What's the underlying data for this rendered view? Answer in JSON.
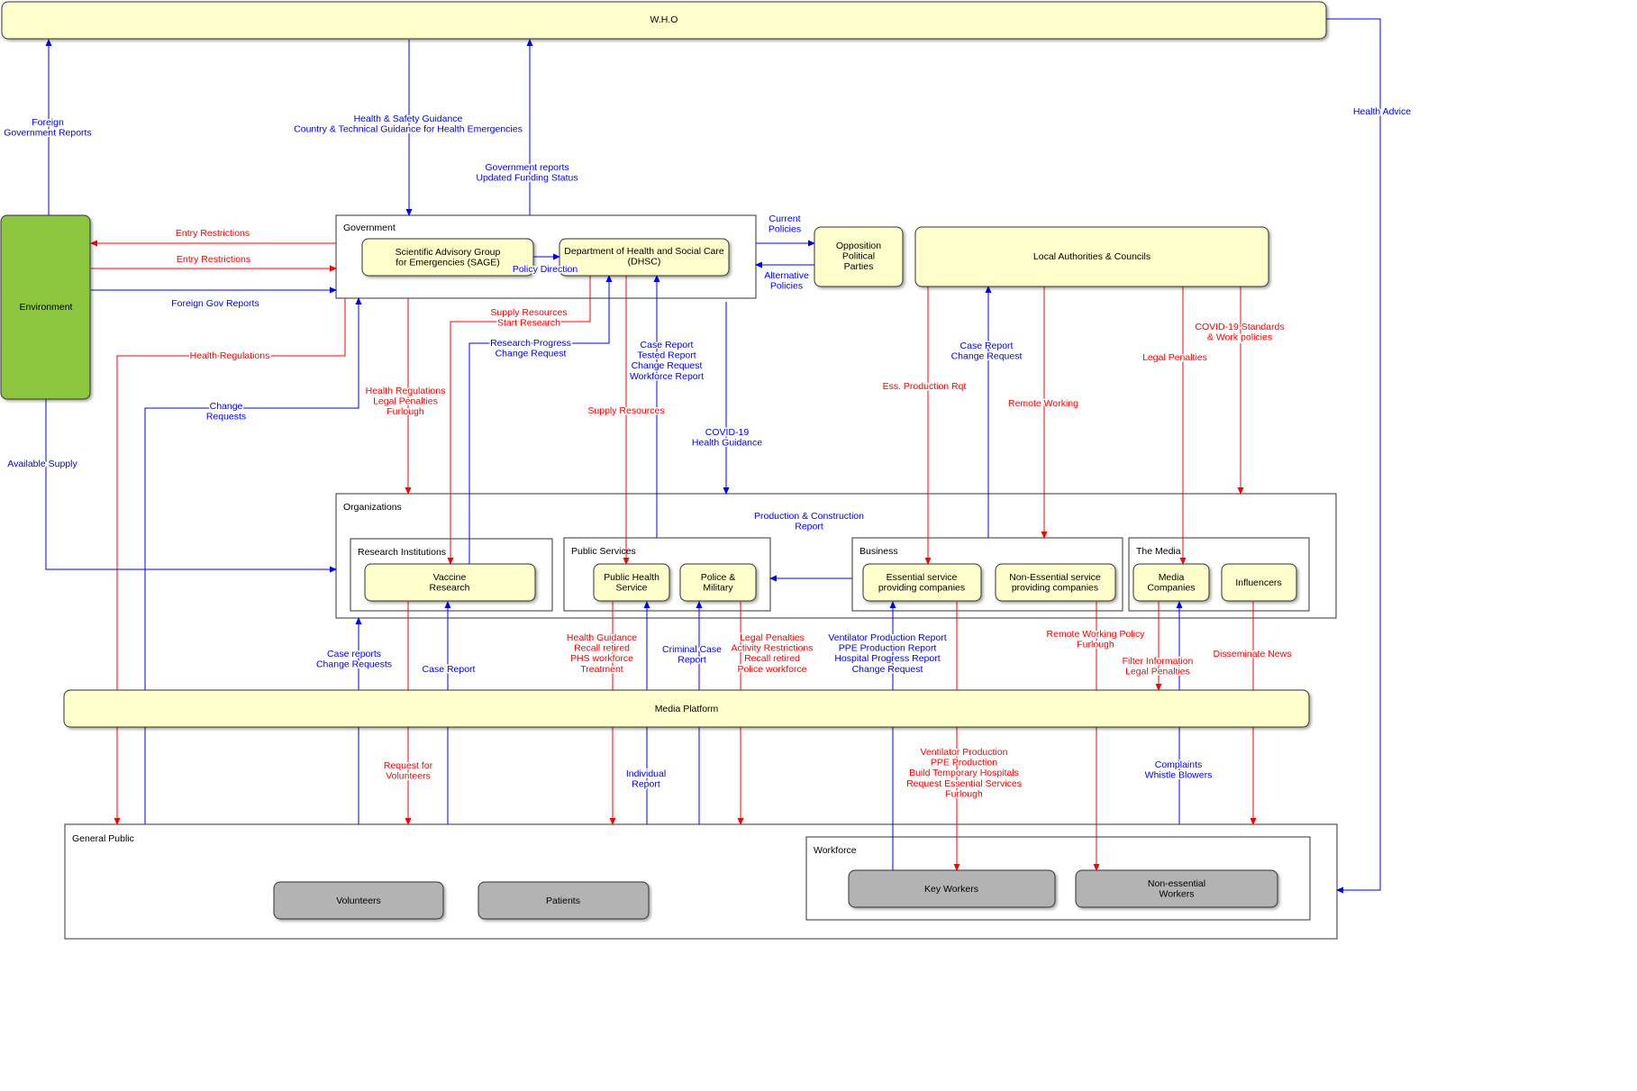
{
  "colors": {
    "blue": "#0000ff",
    "red": "#ff0000",
    "node_fill": "#ffffcc",
    "env_fill": "#8cc63f",
    "grey_fill": "#b3b3b3",
    "stroke": "#333333"
  },
  "groups": {
    "government": "Government",
    "organizations": "Organizations",
    "research_institutions": "Research Institutions",
    "public_services": "Public Services",
    "business": "Business",
    "the_media": "The Media",
    "general_public": "General Public",
    "workforce": "Workforce"
  },
  "nodes": {
    "who": [
      "W.H.O"
    ],
    "environment": [
      "Environment"
    ],
    "sage": [
      "Scientific Advisory Group",
      "for Emergencies (SAGE)"
    ],
    "dhsc": [
      "Department of Health and Social Care",
      "(DHSC)"
    ],
    "opposition": [
      "Opposition",
      "Political",
      "Parties"
    ],
    "local_authorities": [
      "Local Authorities & Councils"
    ],
    "vaccine_research": [
      "Vaccine",
      "Research"
    ],
    "public_health_service": [
      "Public Health",
      "Service"
    ],
    "police_military": [
      "Police &",
      "Military"
    ],
    "essential_companies": [
      "Essential service",
      "providing companies"
    ],
    "non_essential_companies": [
      "Non-Essential service",
      "providing companies"
    ],
    "media_companies": [
      "Media",
      "Companies"
    ],
    "influencers": [
      "Influencers"
    ],
    "media_platform": [
      "Media Platform"
    ],
    "volunteers": [
      "Volunteers"
    ],
    "patients": [
      "Patients"
    ],
    "key_workers": [
      "Key Workers"
    ],
    "non_essential_workers": [
      "Non-essential",
      "Workers"
    ]
  },
  "edge_labels": {
    "foreign_gov_reports_up": [
      "Foreign",
      "Government Reports"
    ],
    "health_safety_guidance": [
      "Health & Safety Guidance",
      "Country & Technical Guidance for Health Emergencies"
    ],
    "gov_reports_funding": [
      "Government reports",
      "Updated Funding Status"
    ],
    "health_advice": [
      "Health Advice"
    ],
    "entry_restrictions_out": [
      "Entry Restrictions"
    ],
    "entry_restrictions_in": [
      "Entry Restrictions"
    ],
    "foreign_gov_reports": [
      "Foreign Gov Reports"
    ],
    "current_policies": [
      "Current",
      "Policies"
    ],
    "alternative_policies": [
      "Alternative",
      "Policies"
    ],
    "policy_direction": [
      "Policy Direction"
    ],
    "supply_start_research": [
      "Supply Resources",
      "Start Research"
    ],
    "research_progress": [
      "Research Progress",
      "Change Request"
    ],
    "health_regulations": [
      "Health Regulations"
    ],
    "change_requests": [
      "Change",
      "Requests"
    ],
    "health_regs_penalties_furlough": [
      "Health Regulations",
      "Legal Penalties",
      "Furlough"
    ],
    "case_tested_change_workforce": [
      "Case Report",
      "Tested Report",
      "Change Request",
      "Workforce Report"
    ],
    "supply_resources": [
      "Supply Resources"
    ],
    "covid_health_guidance": [
      "COVID-19",
      "Health Guidance"
    ],
    "available_supply": [
      "Available Supply"
    ],
    "ess_production_rqt": [
      "Ess. Production Rqt"
    ],
    "case_change_la": [
      "Case Report",
      "Change Request"
    ],
    "remote_working": [
      "Remote Working"
    ],
    "legal_penalties_la": [
      "Legal Penalties"
    ],
    "covid_standards": [
      "COVID-19 Standards",
      "& Work policies"
    ],
    "production_construction": [
      "Production & Construction",
      "Report"
    ],
    "case_reports_change_requests": [
      "Case reports",
      "Change Requests"
    ],
    "case_report_vaccine": [
      "Case Report"
    ],
    "health_guidance_recall": [
      "Health Guidance",
      "Recall retired",
      "PHS workforce",
      "Treatment"
    ],
    "criminal_case_report": [
      "Criminal Case",
      "Report"
    ],
    "legal_penalties_activity": [
      "Legal Penalties",
      "Activity Restrictions",
      "Recall retired",
      "Police workforce"
    ],
    "ventilator_reports": [
      "Ventilator Production Report",
      "PPE Production Report",
      "Hospital Progress Report",
      "Change Request"
    ],
    "remote_working_policy": [
      "Remote Working Policy",
      "Furlough"
    ],
    "filter_information": [
      "Filter Information",
      "Legal Penalties"
    ],
    "disseminate_news": [
      "Disseminate News"
    ],
    "request_volunteers": [
      "Request for",
      "Volunteers"
    ],
    "individual_report": [
      "Individual",
      "Report"
    ],
    "ventilator_production": [
      "Ventilator Production",
      "PPE Production",
      "Build Temporary Hospitals",
      "Request Essential Services",
      "Furlough"
    ],
    "complaints_whistle": [
      "Complaints",
      "Whistle Blowers"
    ]
  }
}
